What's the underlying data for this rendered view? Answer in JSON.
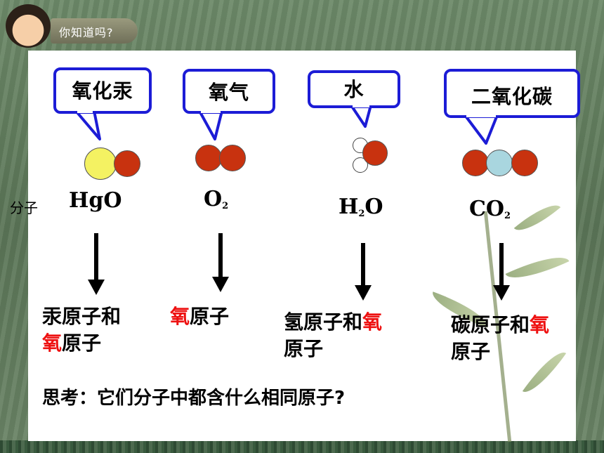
{
  "badge": {
    "text": "你知道吗?"
  },
  "row_label": "分子",
  "molecules": [
    {
      "name": "氧化汞",
      "formula_main": "HgO",
      "formula_sub": "",
      "atoms_line1": "汞原子和",
      "atoms_red1": "",
      "atoms_line2_red": "氧",
      "atoms_line2": "原子"
    },
    {
      "name": "氧气",
      "formula_main": "O",
      "formula_sub": "2",
      "atoms_line1_red": "氧",
      "atoms_line1": "原子"
    },
    {
      "name": "水",
      "formula_main_pre": "H",
      "formula_sub": "2",
      "formula_main_post": "O",
      "atoms_line1": "氢原子和",
      "atoms_line1_red": "氧",
      "atoms_line2": "原子"
    },
    {
      "name": "二氧化碳",
      "formula_main": "CO",
      "formula_sub": "2",
      "atoms_line1": "碳原子和",
      "atoms_line1_red": "氧",
      "atoms_line2": "原子"
    }
  ],
  "question": "思考：它们分子中都含什么相同原子?",
  "colors": {
    "bubble_border": "#1c1cd6",
    "oxygen": "#c8320f",
    "mercury": "#f4f262",
    "carbon": "#a9d6df",
    "hydrogen": "#ffffff",
    "highlight": "#ee1111"
  }
}
